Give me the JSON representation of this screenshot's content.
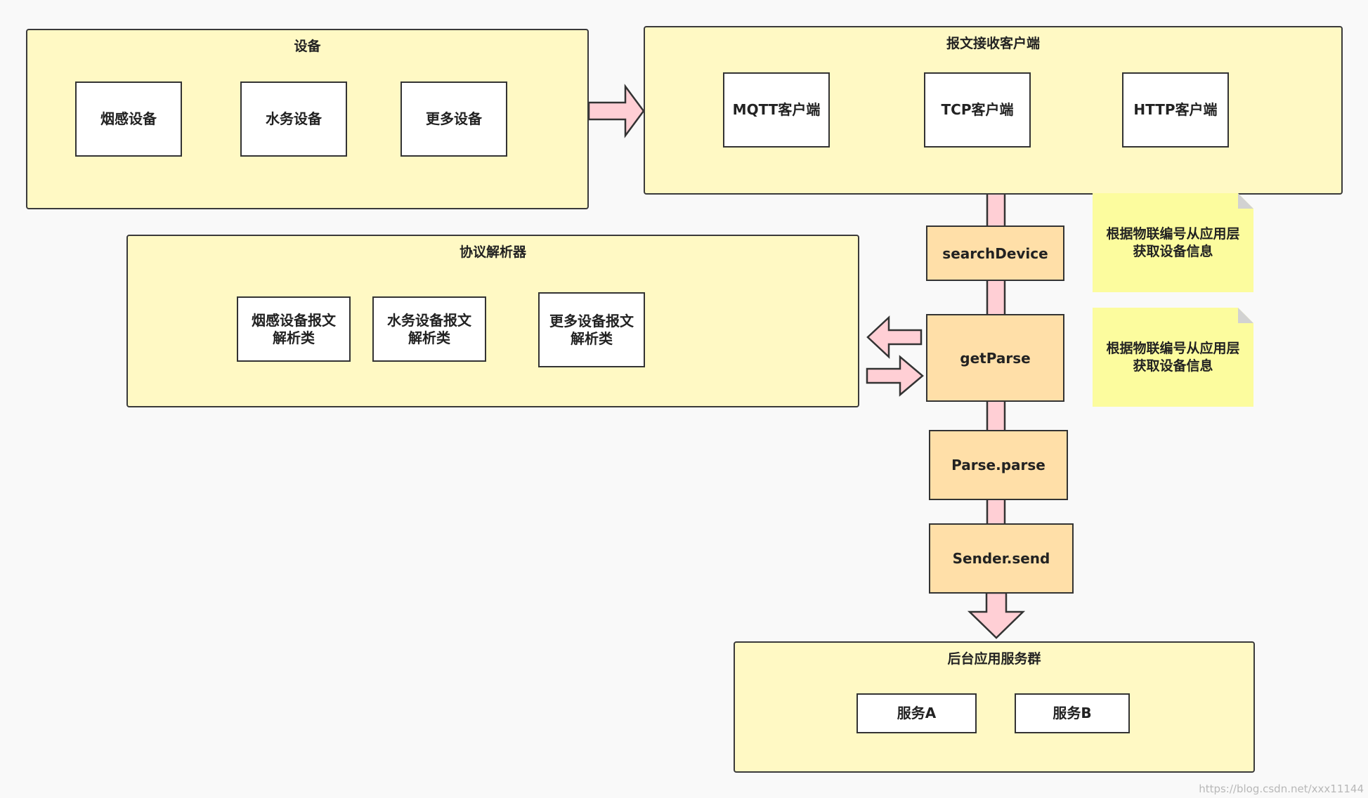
{
  "device_group": {
    "title": "设备",
    "items": [
      "烟感设备",
      "水务设备",
      "更多设备"
    ]
  },
  "client_group": {
    "title": "报文接收客户端",
    "items": [
      "MQTT客户端",
      "TCP客户端",
      "HTTP客户端"
    ]
  },
  "parser_group": {
    "title": "协议解析器",
    "items": [
      "烟感设备报文\n解析类",
      "水务设备报文\n解析类",
      "更多设备报文\n解析类"
    ]
  },
  "flow_steps": {
    "search_device": "searchDevice",
    "get_parse": "getParse",
    "parse_parse": "Parse.parse",
    "sender_send": "Sender.send"
  },
  "notes": {
    "note_1": "根据物联编号从应用层\n获取设备信息",
    "note_2": "根据物联编号从应用层\n获取设备信息"
  },
  "backend_group": {
    "title": "后台应用服务群",
    "items": [
      "服务A",
      "服务B"
    ]
  },
  "watermark": "https://blog.csdn.net/xxx11144",
  "colors": {
    "group_fill": "#fff9c4",
    "step_fill": "#ffdfa8",
    "note_fill": "#fcfc9e",
    "arrow_fill": "#ffcfd5",
    "border": "#333333"
  }
}
